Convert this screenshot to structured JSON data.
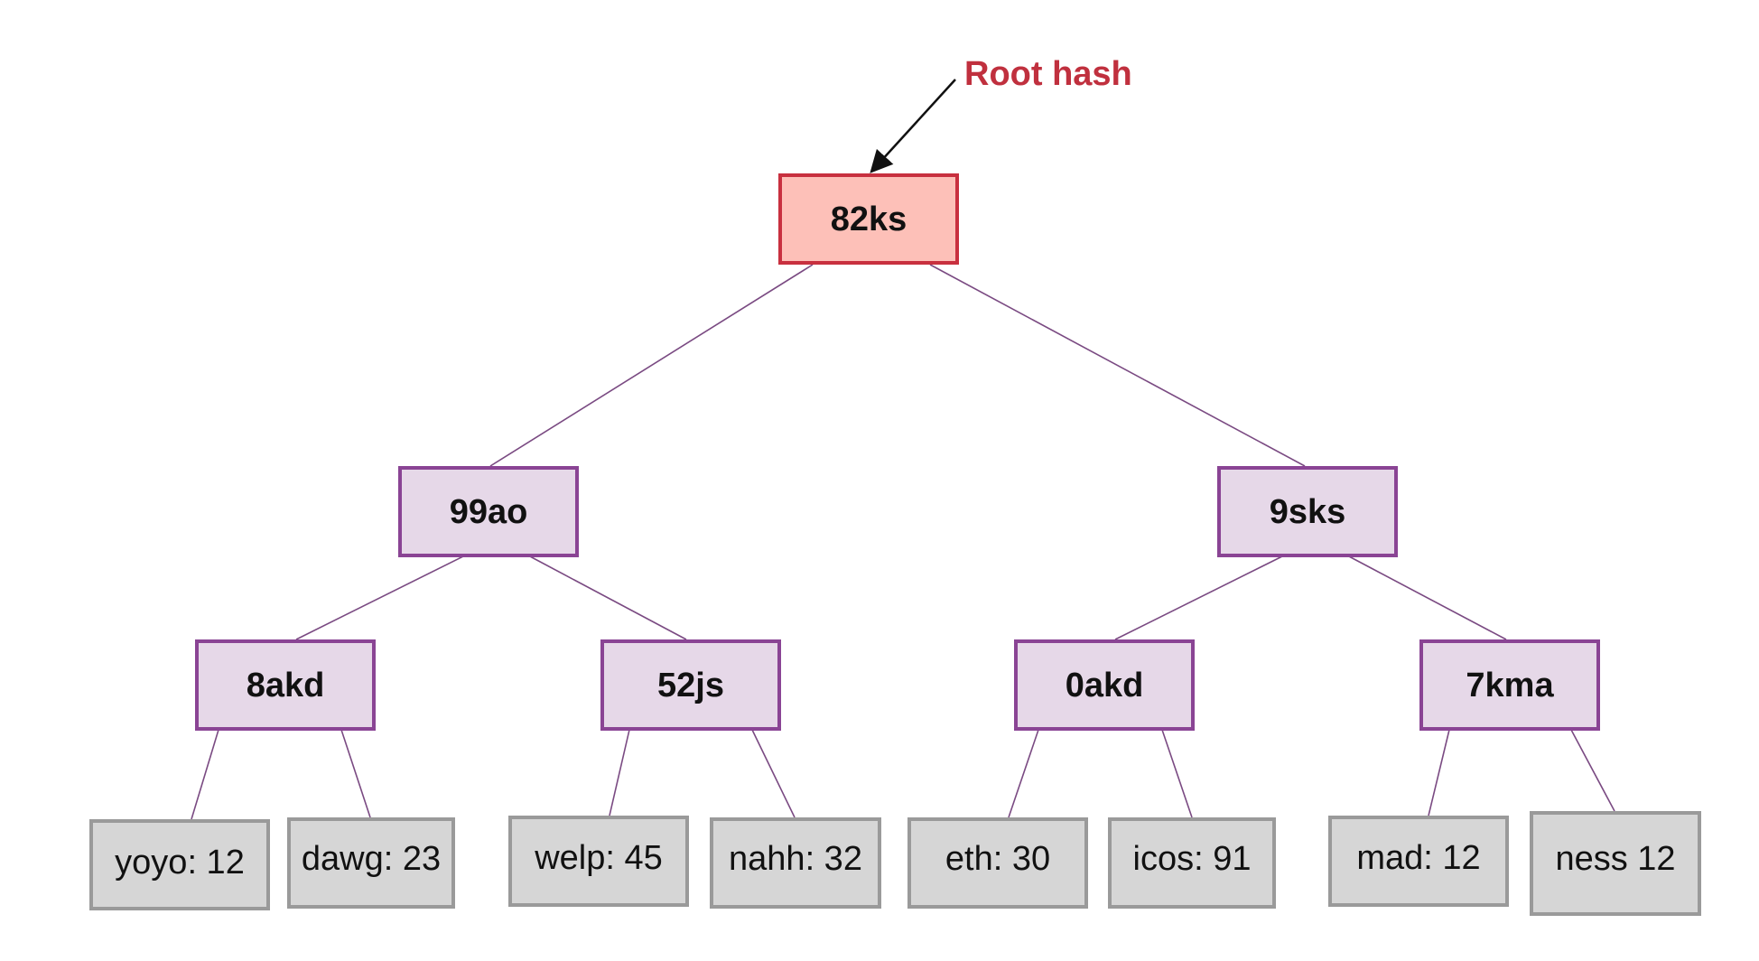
{
  "diagram": {
    "annotation": "Root hash",
    "colors": {
      "root_fill": "#fdc0b8",
      "root_stroke": "#c8303f",
      "hash_fill": "#e6d8e8",
      "hash_stroke": "#8a4494",
      "leaf_fill": "#d6d6d6",
      "leaf_stroke": "#9a9a9a",
      "edge": "#7a4a82",
      "annotation_text": "#c0303e"
    },
    "root": {
      "label": "82ks"
    },
    "level1": [
      {
        "label": "99ao"
      },
      {
        "label": "9sks"
      }
    ],
    "level2": [
      {
        "label": "8akd"
      },
      {
        "label": "52js"
      },
      {
        "label": "0akd"
      },
      {
        "label": "7kma"
      }
    ],
    "leaves": [
      {
        "label": "yoyo: 12"
      },
      {
        "label": "dawg: 23"
      },
      {
        "label": "welp: 45"
      },
      {
        "label": "nahh: 32"
      },
      {
        "label": "eth: 30"
      },
      {
        "label": "icos: 91"
      },
      {
        "label": "mad: 12"
      },
      {
        "label": "ness 12"
      }
    ]
  }
}
